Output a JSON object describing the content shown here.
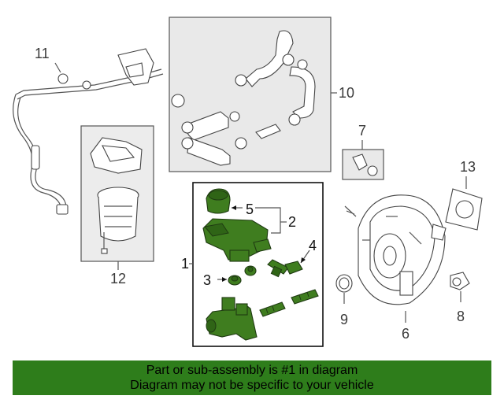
{
  "callouts": {
    "c1": "1",
    "c2": "2",
    "c3": "3",
    "c4": "4",
    "c5": "5",
    "c6": "6",
    "c7": "7",
    "c8": "8",
    "c9": "9",
    "c10": "10",
    "c11": "11",
    "c12": "12",
    "c13": "13"
  },
  "footer": {
    "line1": "Part or sub-assembly is #1 in diagram",
    "line2": "Diagram may not be specific to your vehicle"
  },
  "colors": {
    "highlight_part": "#3f7d1f",
    "footer_background": "#2e7d1b",
    "box_background": "#e9e9e9"
  }
}
